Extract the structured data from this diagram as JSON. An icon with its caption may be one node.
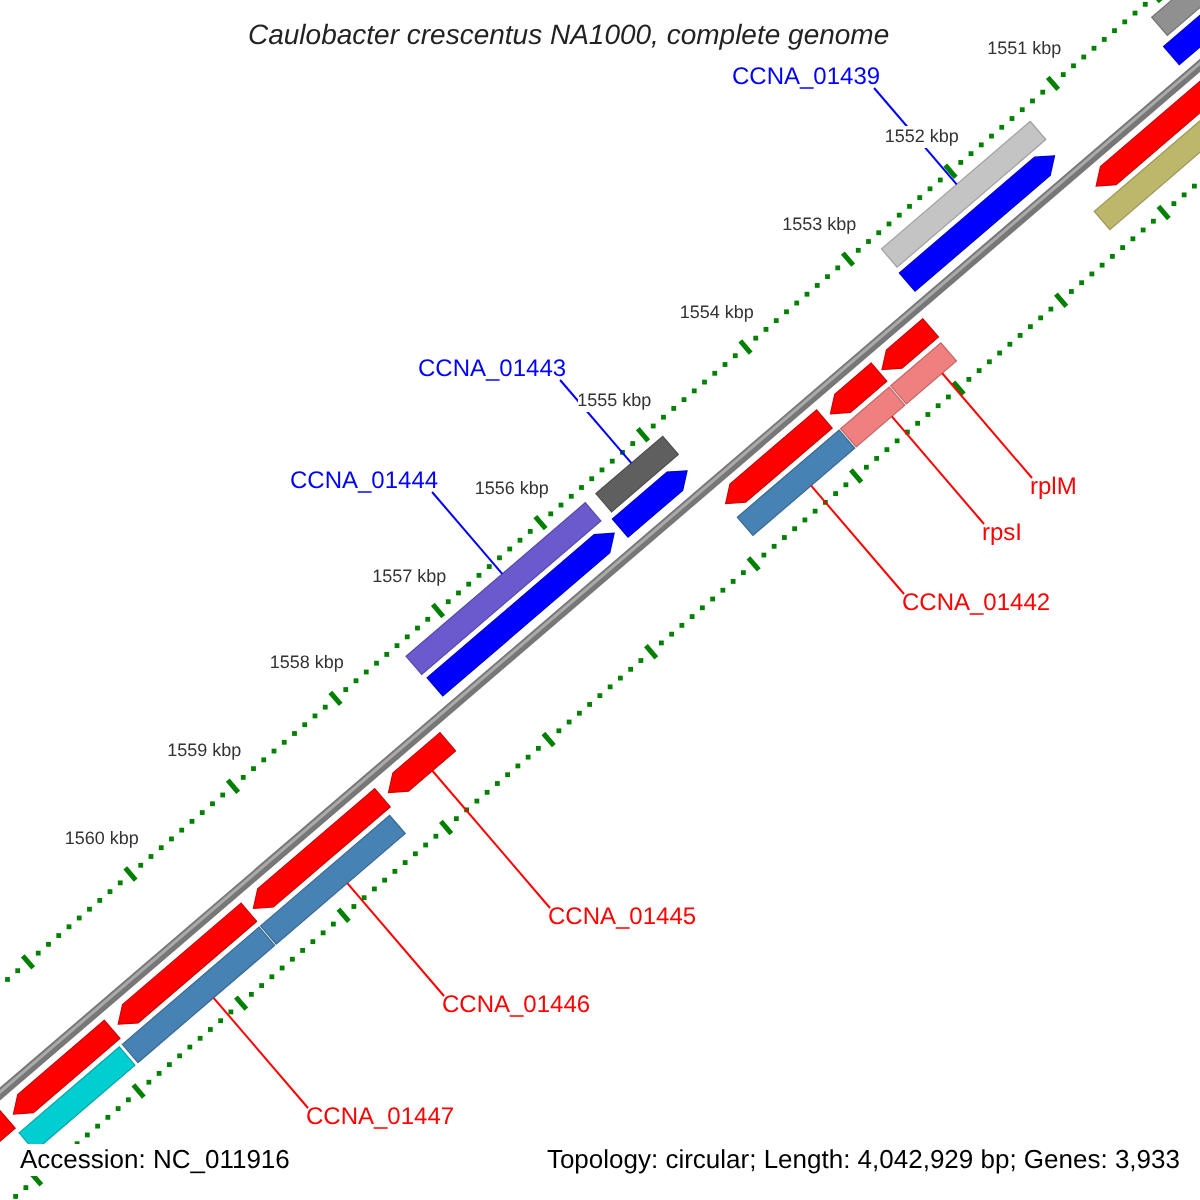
{
  "diagram": {
    "title": "Caulobacter crescentus NA1000, complete genome",
    "nodes": [
      {
        "text": [
          "CCNA_01439"
        ]
      },
      {
        "text": [],
        "shape": "bar"
      },
      {
        "text": [
          "CCNA_01443"
        ]
      },
      {
        "text": [],
        "shape": "bar"
      },
      {
        "text": [
          "CCNA_01444"
        ]
      },
      {
        "text": [],
        "shape": "bar"
      },
      {
        "text": [
          "rplM"
        ]
      },
      {
        "text": [],
        "shape": "bar"
      },
      {
        "text": [
          "rpsI"
        ]
      },
      {
        "text": [],
        "shape": "bar"
      },
      {
        "text": [
          "CCNA_01442"
        ]
      },
      {
        "text": [],
        "shape": "bar"
      },
      {
        "text": [
          "CCNA_01445"
        ]
      },
      {
        "text": [],
        "shape": "arrow"
      },
      {
        "text": [
          "CCNA_01446"
        ]
      },
      {
        "text": [],
        "shape": "bar"
      },
      {
        "text": [
          "CCNA_01447"
        ]
      },
      {
        "text": [],
        "shape": "bar"
      }
    ],
    "edges": [
      {
        "from": 0,
        "to": 1,
        "arrow": "none",
        "color": "#0000ff"
      },
      {
        "from": 2,
        "to": 3,
        "arrow": "none",
        "color": "#0000ff"
      },
      {
        "from": 4,
        "to": 5,
        "arrow": "none",
        "color": "#0000ff"
      },
      {
        "from": 6,
        "to": 7,
        "arrow": "none"
      },
      {
        "from": 8,
        "to": 9,
        "arrow": "none"
      },
      {
        "from": 10,
        "to": 11,
        "arrow": "none"
      },
      {
        "from": 12,
        "to": 13,
        "arrow": "none"
      },
      {
        "from": 14,
        "to": 15,
        "arrow": "none"
      },
      {
        "from": 16,
        "to": 17,
        "arrow": "none"
      }
    ],
    "labels": [
      "1551 kbp",
      "1552 kbp",
      "1553 kbp",
      "1554 kbp",
      "1555 kbp",
      "1556 kbp",
      "1557 kbp",
      "1558 kbp",
      "1559 kbp",
      "1560 kbp",
      "Accession: NC_011916",
      "Topology: circular; Length: 4,042,929 bp; Genes: 3,933"
    ]
  }
}
